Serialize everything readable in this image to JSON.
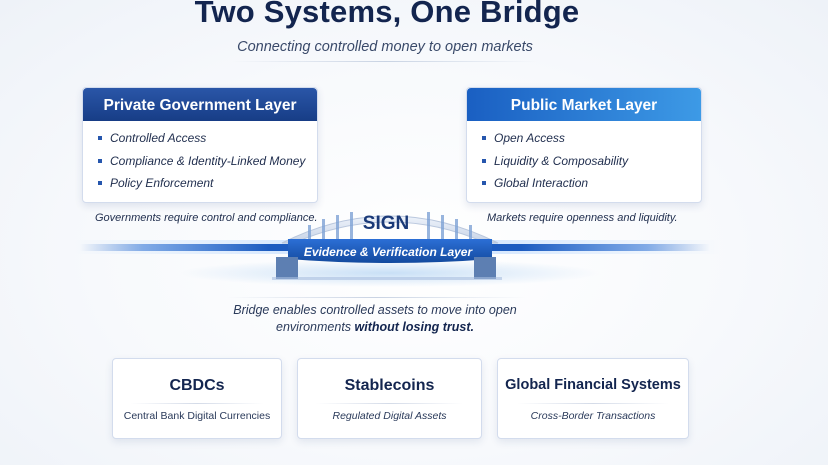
{
  "title": "Two Systems, One Bridge",
  "subtitle": "Connecting controlled money to open markets",
  "private_layer": {
    "title": "Private Government Layer",
    "items": [
      "Controlled Access",
      "Compliance & Identity-Linked Money",
      "Policy Enforcement"
    ],
    "note": "Governments require control and compliance."
  },
  "public_layer": {
    "title": "Public Market Layer",
    "items": [
      "Open Access",
      "Liquidity & Composability",
      "Global Interaction"
    ],
    "note": "Markets require openness and liquidity."
  },
  "bridge": {
    "sign": "SIGN",
    "layer": "Evidence & Verification Layer"
  },
  "caption": {
    "line1": "Bridge enables controlled assets to move into open",
    "line2_prefix": "environments ",
    "line2_emphasis": "without losing trust."
  },
  "systems": [
    {
      "title": "CBDCs",
      "desc": "Central Bank Digital Currencies"
    },
    {
      "title": "Stablecoins",
      "desc": "Regulated Digital Assets"
    },
    {
      "title": "Global Financial Systems",
      "desc": "Cross-Border Transactions"
    }
  ],
  "colors": {
    "navy": "#13254f",
    "private_header": "#173d86",
    "public_header": "#3d9ae6",
    "bridge_beam": "#1f5fc4"
  }
}
